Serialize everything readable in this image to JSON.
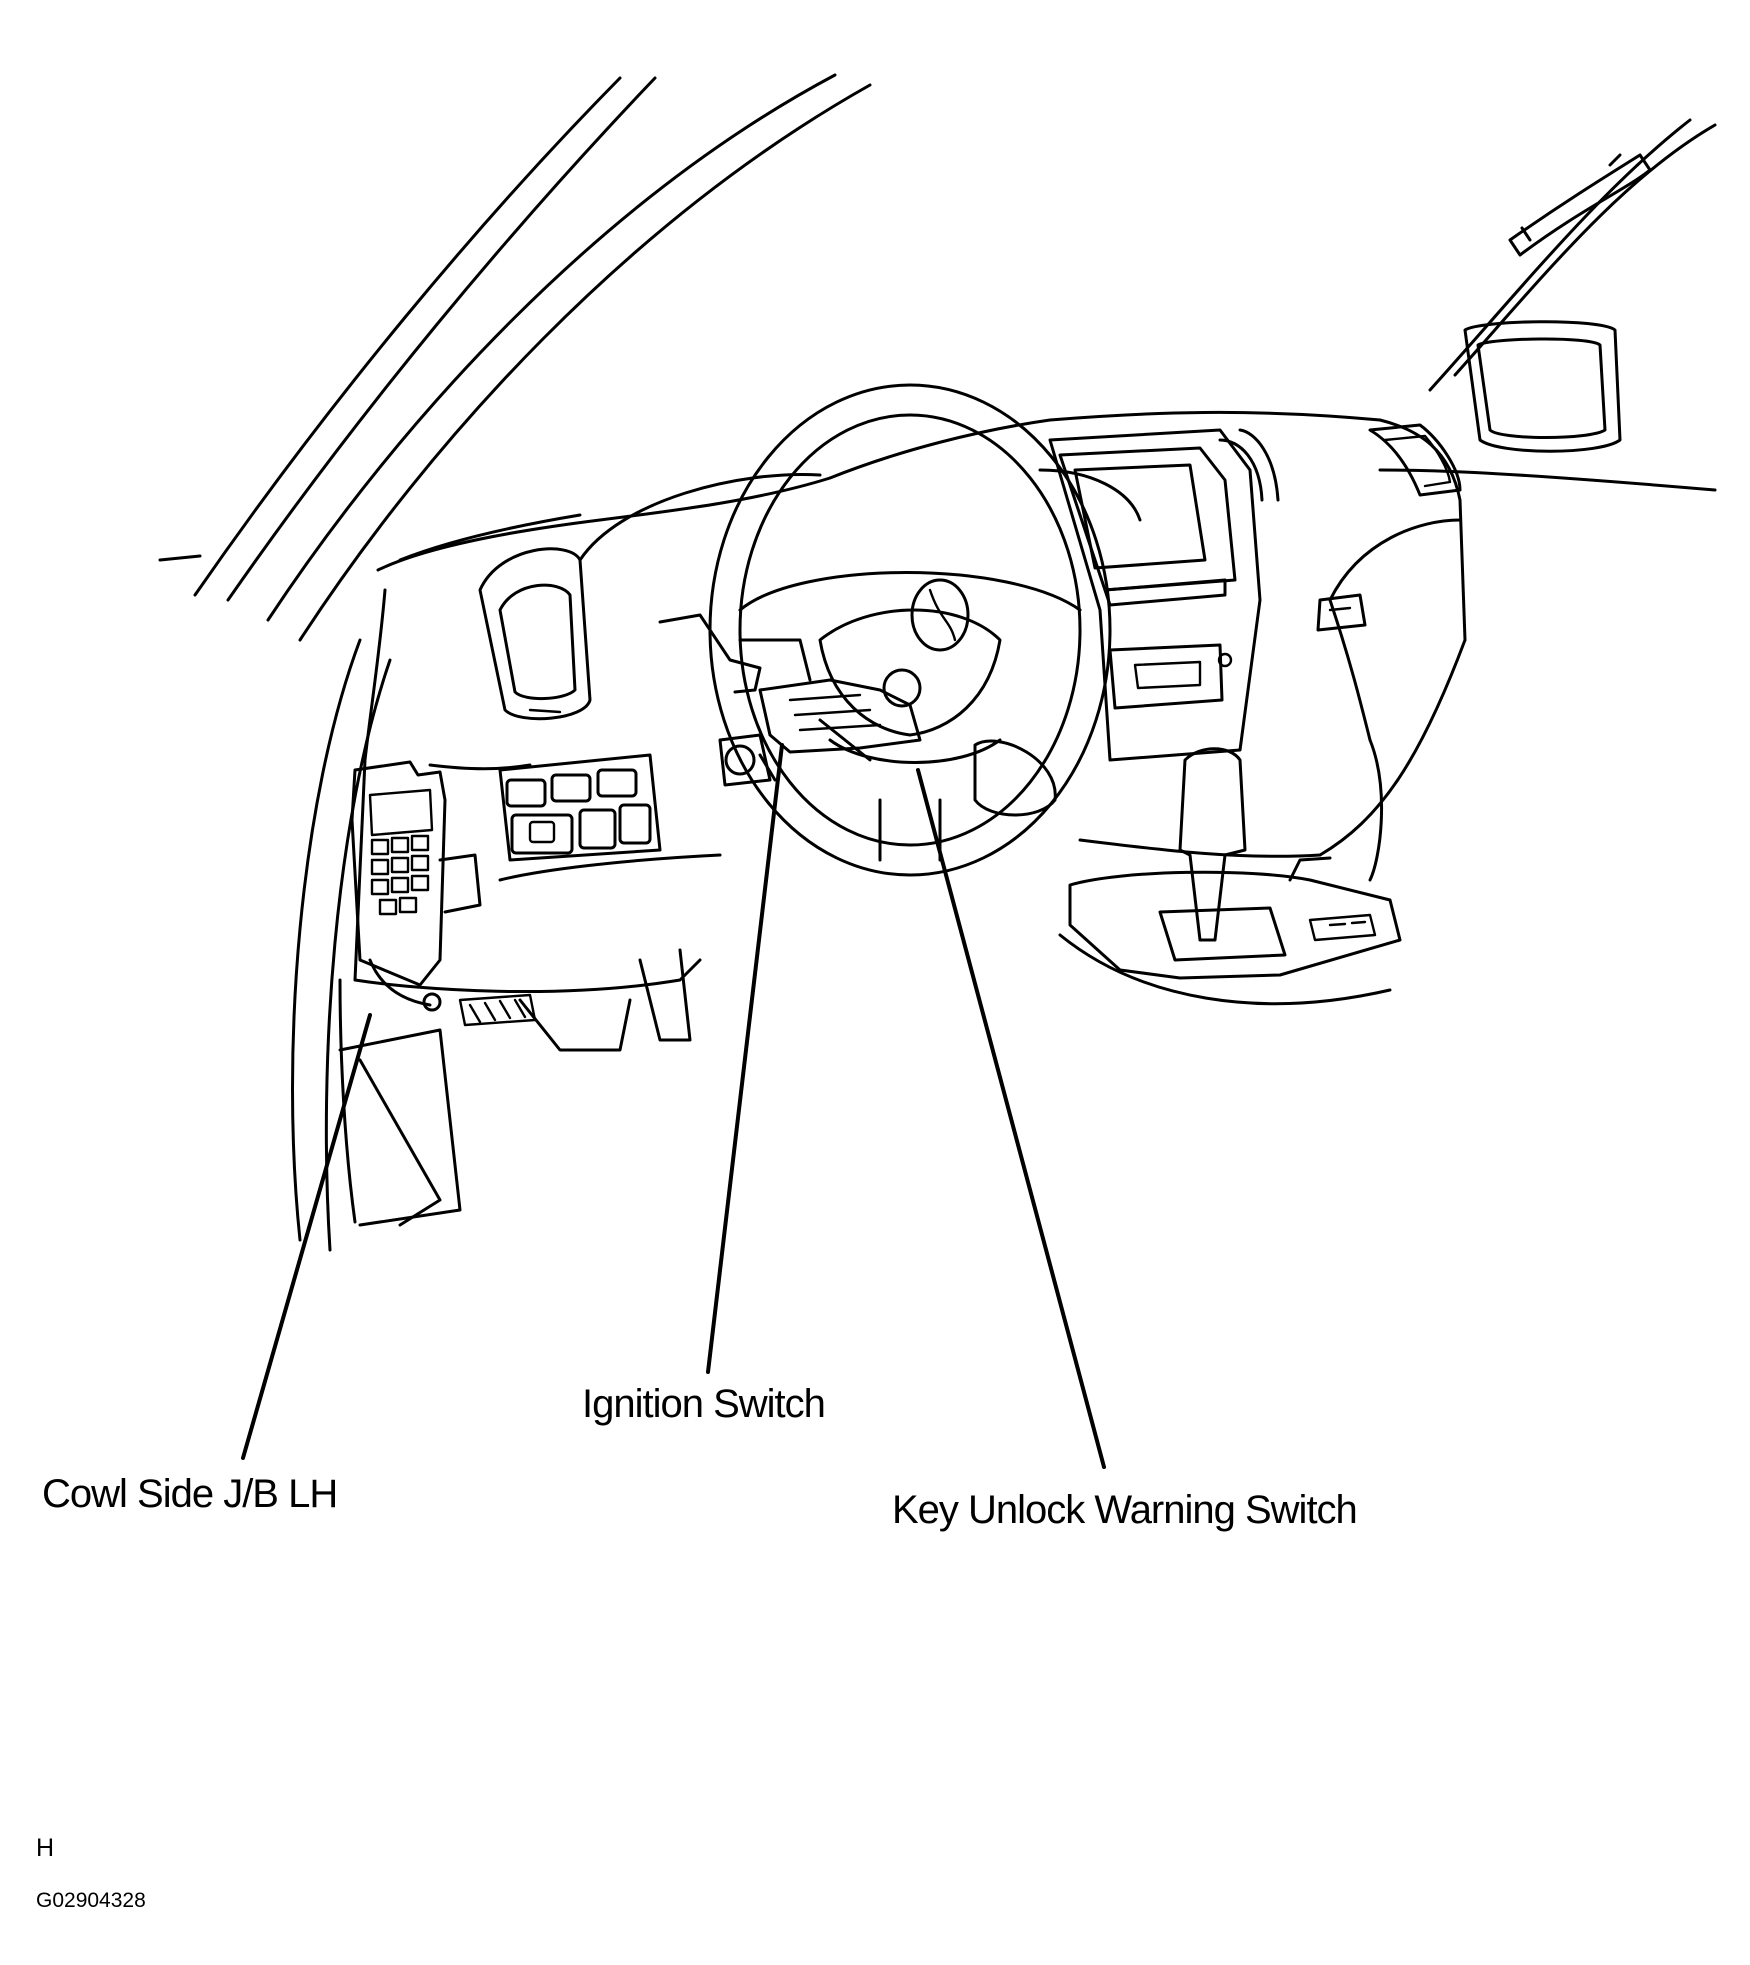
{
  "labels": {
    "ignition_switch": "Ignition Switch",
    "cowl_side_jb": "Cowl Side J/B LH",
    "key_unlock_warning_switch": "Key Unlock Warning Switch"
  },
  "footer": {
    "section_letter": "H",
    "figure_code": "G02904328"
  }
}
